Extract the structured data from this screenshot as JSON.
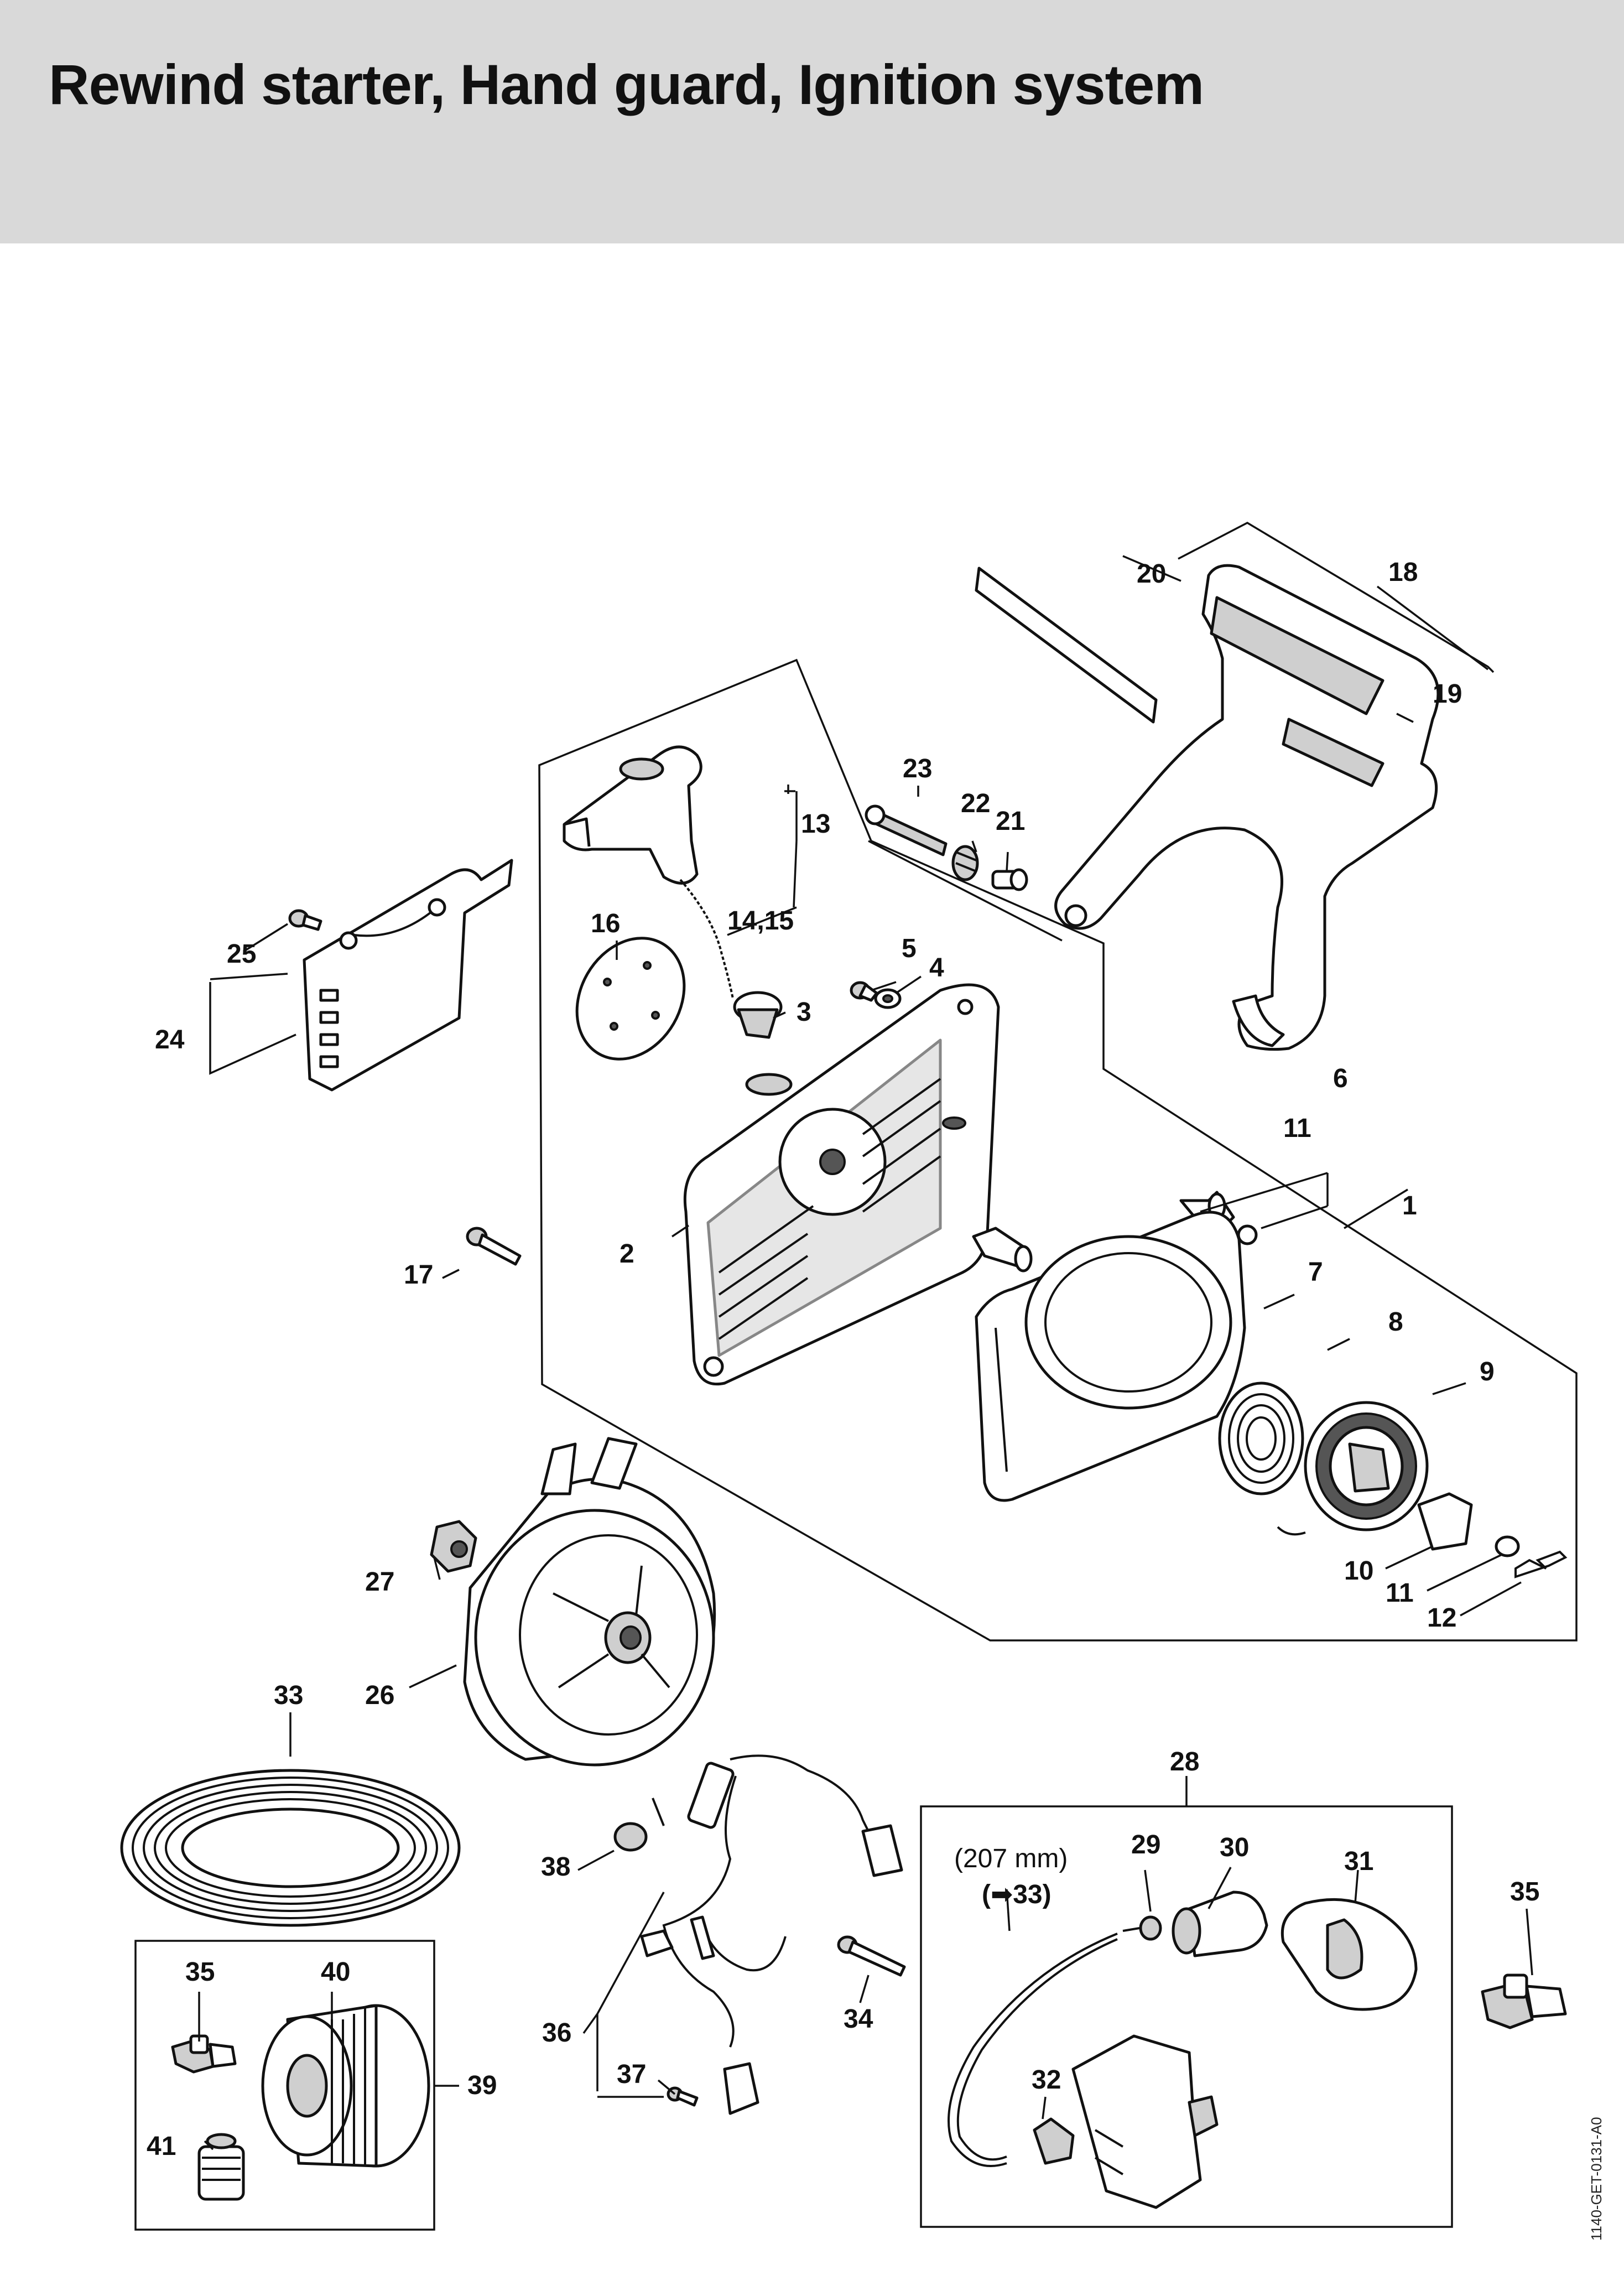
{
  "title": "Rewind starter, Hand guard, Ignition system",
  "drawing_code": "1140-GET-0131-A0",
  "note_length": "(207 mm)",
  "note_ref": "(➡33)",
  "callouts": {
    "c1": "1",
    "c2": "2",
    "c3": "3",
    "c4": "4",
    "c5": "5",
    "c6": "6",
    "c7": "7",
    "c8": "8",
    "c9": "9",
    "c10": "10",
    "c11a": "11",
    "c11b": "11",
    "c12": "12",
    "c13": "13",
    "c14_15": "14,15",
    "c16": "16",
    "c17": "17",
    "c18": "18",
    "c19": "19",
    "c20": "20",
    "c21": "21",
    "c22": "22",
    "c23": "23",
    "c24": "24",
    "c25": "25",
    "c26": "26",
    "c27": "27",
    "c28": "28",
    "c29": "29",
    "c30": "30",
    "c31": "31",
    "c32": "32",
    "c33": "33",
    "c34": "34",
    "c35a": "35",
    "c35b": "35",
    "c36": "36",
    "c37": "37",
    "c38": "38",
    "c39": "39",
    "c40": "40",
    "c41": "41"
  }
}
